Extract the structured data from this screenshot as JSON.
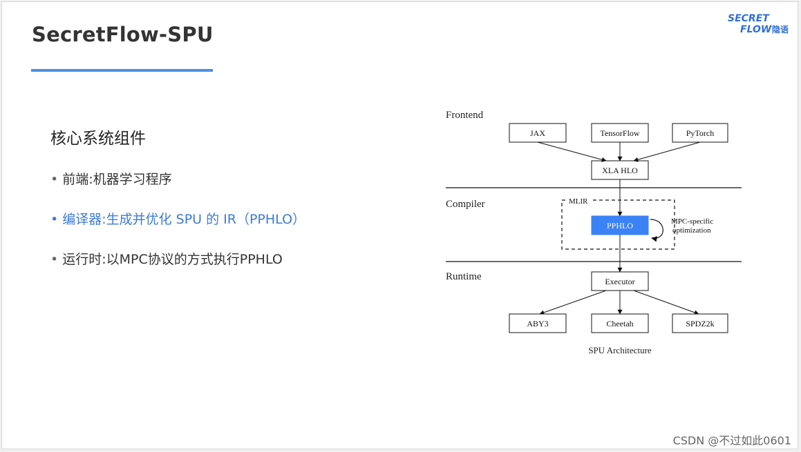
{
  "slide": {
    "title": "SecretFlow-SPU",
    "accent_color": "#4a90e2",
    "highlight_color": "#3d7bd9"
  },
  "logo": {
    "line1": "SECRET",
    "line2": "FLOW",
    "cn": "隐语",
    "color": "#2f6fd6"
  },
  "content": {
    "heading": "核心系统组件",
    "bullets": [
      {
        "text": "前端:机器学习程序",
        "highlight": false
      },
      {
        "text": "编译器:生成并优化 SPU 的 IR（PPHLO）",
        "highlight": true
      },
      {
        "text": "运行时:以MPC协议的方式执行PPHLO",
        "highlight": false
      }
    ]
  },
  "diagram": {
    "sections": {
      "frontend": "Frontend",
      "compiler": "Compiler",
      "runtime": "Runtime"
    },
    "frontend_nodes": [
      "JAX",
      "TensorFlow",
      "PyTorch"
    ],
    "xla_node": "XLA HLO",
    "mlir_label": "MLIR",
    "pphlo_node": "PPHLO",
    "opt_label_line1": "MPC-specific",
    "opt_label_line2": "optimization",
    "executor_node": "Executor",
    "runtime_nodes": [
      "ABY3",
      "Cheetah",
      "SPDZ2k"
    ],
    "caption": "SPU Architecture",
    "pphlo_fill": "#3b82f6"
  },
  "watermark": "CSDN @不过如此0601"
}
